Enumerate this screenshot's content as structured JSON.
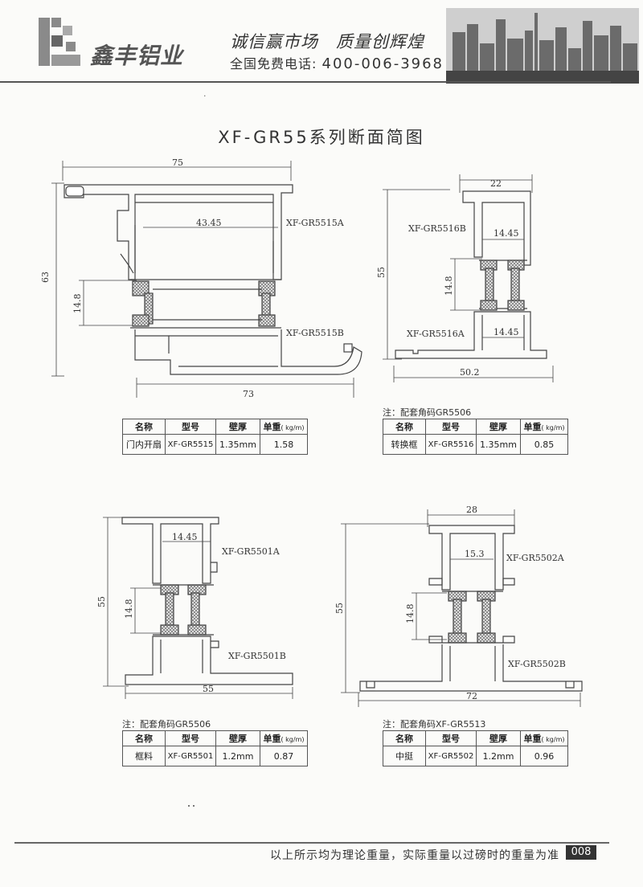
{
  "header": {
    "brand": "鑫丰铝业",
    "slogan": "诚信赢市场　质量创辉煌",
    "phone_label": "全国免费电话:",
    "phone_number": "400-006-3968"
  },
  "page_title": "XF-GR55系列断面简图",
  "profiles": {
    "p5515": {
      "label_a": "XF-GR5515A",
      "label_b": "XF-GR5515B",
      "dim_top": "75",
      "dim_inner": "43.45",
      "dim_height": "63",
      "dim_insulation": "14.8",
      "dim_bottom": "73"
    },
    "p5516": {
      "label_a": "XF-GR5516A",
      "label_b": "XF-GR5516B",
      "dim_top": "22",
      "dim_inner_top": "14.45",
      "dim_inner_bottom": "14.45",
      "dim_height": "55",
      "dim_insulation": "14.8",
      "dim_bottom": "50.2"
    },
    "p5501": {
      "label_a": "XF-GR5501A",
      "label_b": "XF-GR5501B",
      "dim_inner": "14.45",
      "dim_height": "55",
      "dim_insulation": "14.8",
      "dim_bottom": "55"
    },
    "p5502": {
      "label_a": "XF-GR5502A",
      "label_b": "XF-GR5502B",
      "dim_top": "28",
      "dim_inner": "15.3",
      "dim_height": "55",
      "dim_insulation": "14.8",
      "dim_bottom": "72"
    }
  },
  "table_headers": {
    "name": "名称",
    "model": "型号",
    "wall": "壁厚",
    "weight": "单重",
    "weight_unit": "( kg/m)"
  },
  "tables": [
    {
      "note": "",
      "name": "门内开扇",
      "model": "XF-GR5515",
      "wall": "1.35mm",
      "weight": "1.58"
    },
    {
      "note": "注：配套角码GR5506",
      "name": "转换框",
      "model": "XF-GR5516",
      "wall": "1.35mm",
      "weight": "0.85"
    },
    {
      "note": "注：配套角码GR5506",
      "name": "框料",
      "model": "XF-GR5501",
      "wall": "1.2mm",
      "weight": "0.87"
    },
    {
      "note": "注：配套角码XF-GR5513",
      "name": "中挺",
      "model": "XF-GR5502",
      "wall": "1.2mm",
      "weight": "0.96"
    }
  ],
  "footer": {
    "text": "以上所示均为理论重量，实际重量以过磅时的重量为准",
    "page": "008"
  }
}
